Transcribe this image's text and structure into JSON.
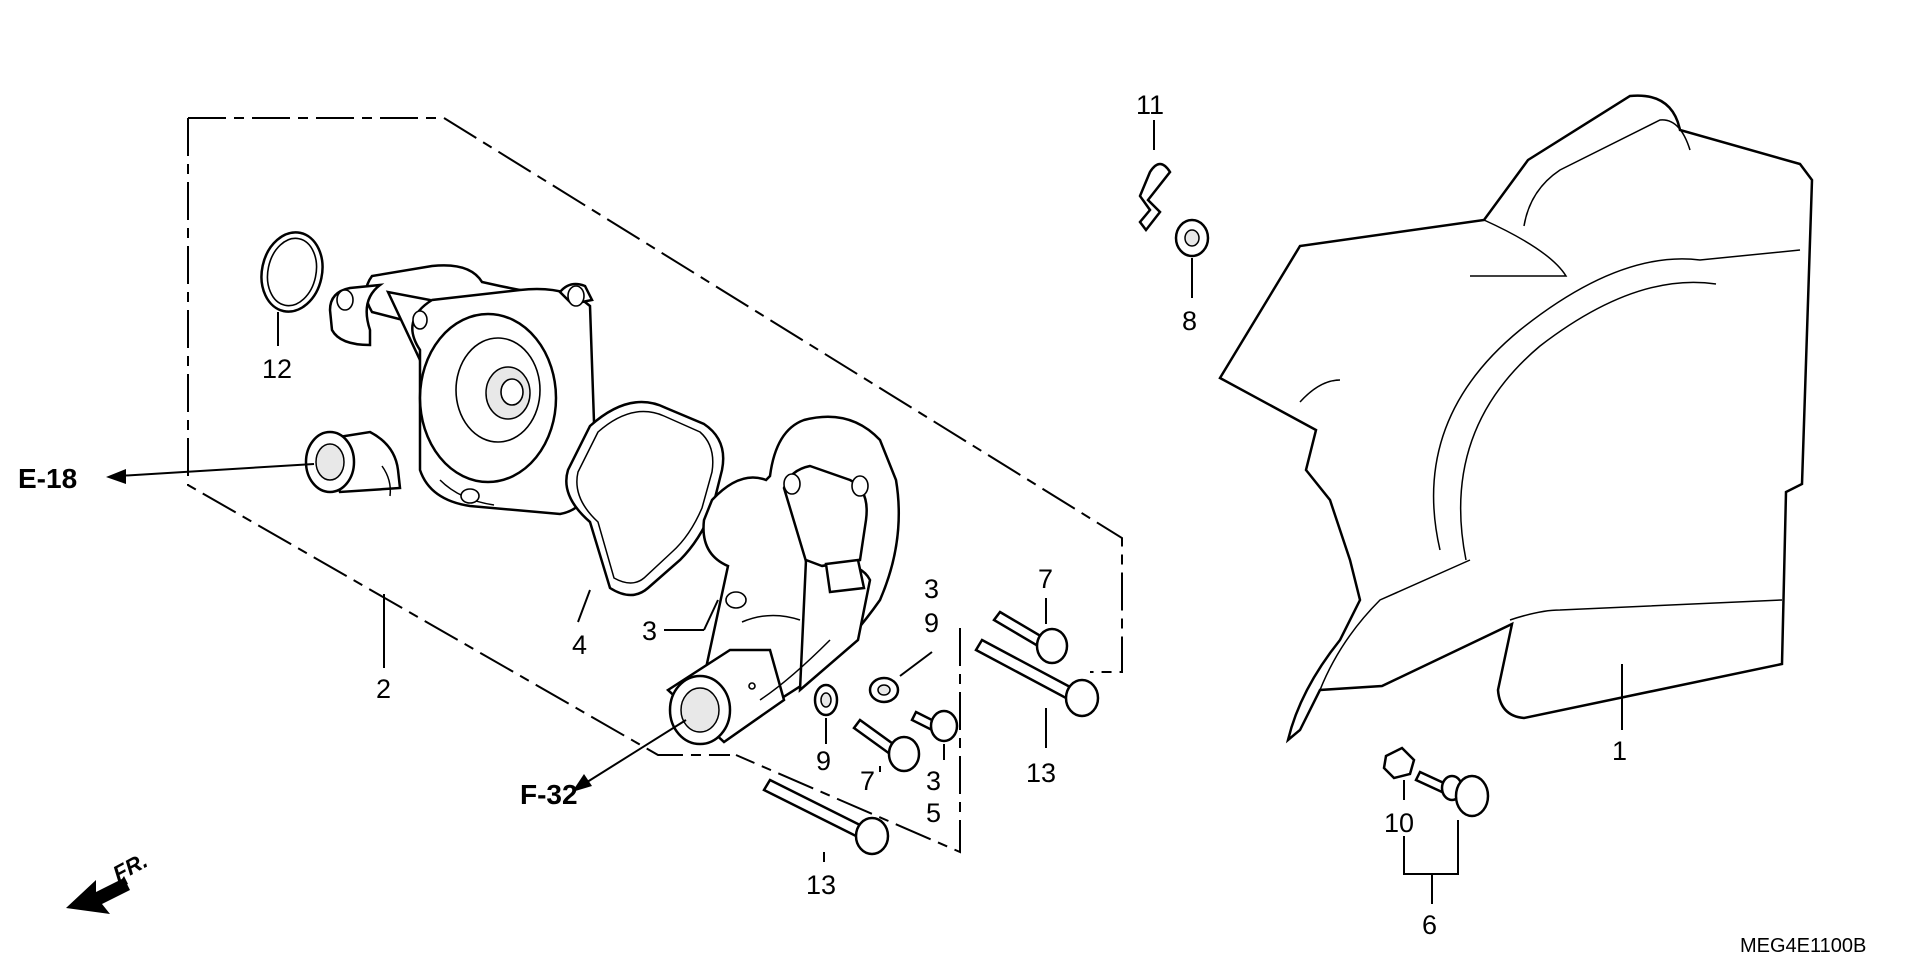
{
  "diagram": {
    "code": "MEG4E1100B",
    "references": {
      "e18": "E-18",
      "f32": "F-32",
      "front": "FR."
    },
    "part_numbers": {
      "p1": "1",
      "p2": "2",
      "p3a": "3",
      "p3b": "3",
      "p3c": "3",
      "p4": "4",
      "p5": "5",
      "p6": "6",
      "p7a": "7",
      "p7b": "7",
      "p8": "8",
      "p9a": "9",
      "p9b": "9",
      "p10": "10",
      "p11": "11",
      "p12": "12",
      "p13a": "13",
      "p13b": "13"
    }
  }
}
